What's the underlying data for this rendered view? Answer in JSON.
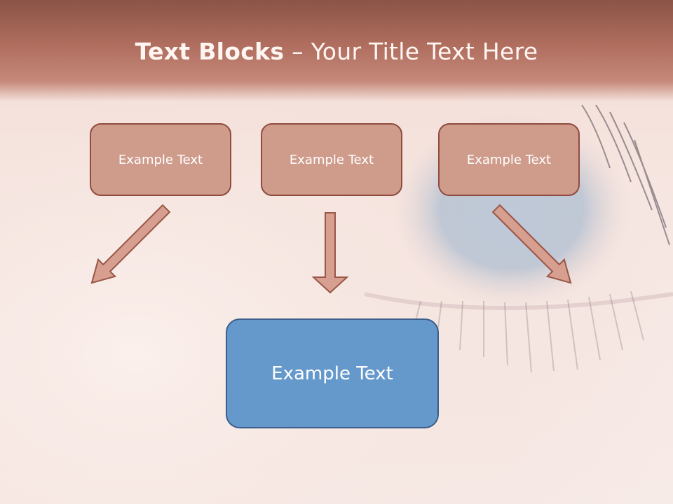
{
  "title": {
    "bold": "Text Blocks",
    "dash": " – ",
    "rest": "Your Title Text Here"
  },
  "boxes": {
    "left": "Example Text",
    "center": "Example Text",
    "right": "Example Text",
    "bottom": "Example Text"
  },
  "colors": {
    "header": "#b06e5f",
    "top_box_fill": "#cf9b8b",
    "top_box_border": "#8f4c3f",
    "bottom_box_fill": "#6699cb",
    "bottom_box_border": "#3b5f8a",
    "arrow_fill": "#d79f8f",
    "arrow_stroke": "#9a5647"
  }
}
